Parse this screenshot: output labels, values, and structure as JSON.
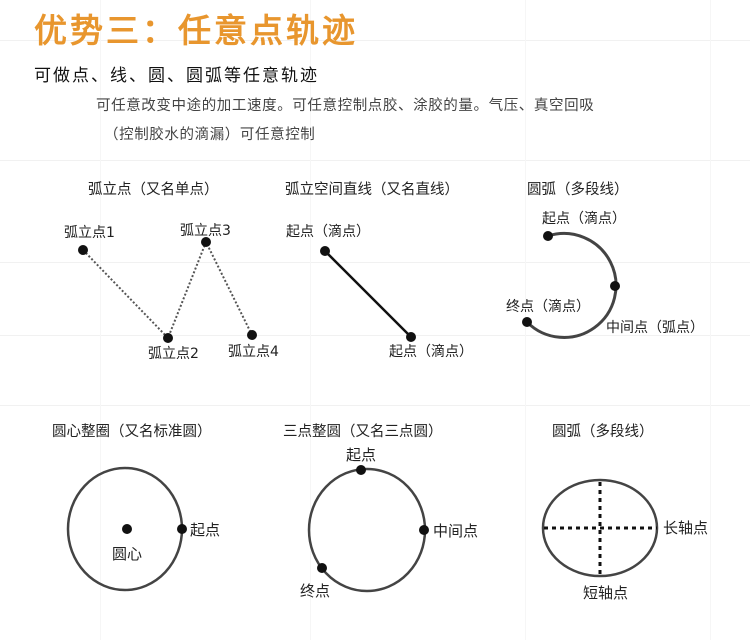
{
  "title": "优势三：任意点轨迹",
  "subtitle": "可做点、线、圆、圆弧等任意轨迹",
  "description": {
    "line1": "可任意改变中途的加工速度。可任意控制点胶、涂胶的量。气压、真空回吸",
    "line2": "（控制胶水的滴漏）可任意控制"
  },
  "colors": {
    "title": "#E8962E",
    "text": "#222222",
    "line": "#333333"
  },
  "diagrams": [
    {
      "heading": "弧立点（又名单点）",
      "points": [
        {
          "label": "弧立点1"
        },
        {
          "label": "弧立点2"
        },
        {
          "label": "弧立点3"
        },
        {
          "label": "弧立点4"
        }
      ]
    },
    {
      "heading": "弧立空间直线（又名直线）",
      "points": [
        {
          "label": "起点（滴点）"
        },
        {
          "label": "起点（滴点）"
        }
      ]
    },
    {
      "heading": "圆弧（多段线）",
      "points": [
        {
          "label": "起点（滴点）"
        },
        {
          "label": "中间点（弧点）"
        },
        {
          "label": "终点（滴点）"
        }
      ]
    },
    {
      "heading": "圆心整圈（又名标准圆）",
      "points": [
        {
          "label": "圆心"
        },
        {
          "label": "起点"
        }
      ]
    },
    {
      "heading": "三点整圆（又名三点圆）",
      "points": [
        {
          "label": "起点"
        },
        {
          "label": "中间点"
        },
        {
          "label": "终点"
        }
      ]
    },
    {
      "heading": "圆弧（多段线）",
      "points": [
        {
          "label": "长轴点"
        },
        {
          "label": "短轴点"
        }
      ]
    }
  ]
}
